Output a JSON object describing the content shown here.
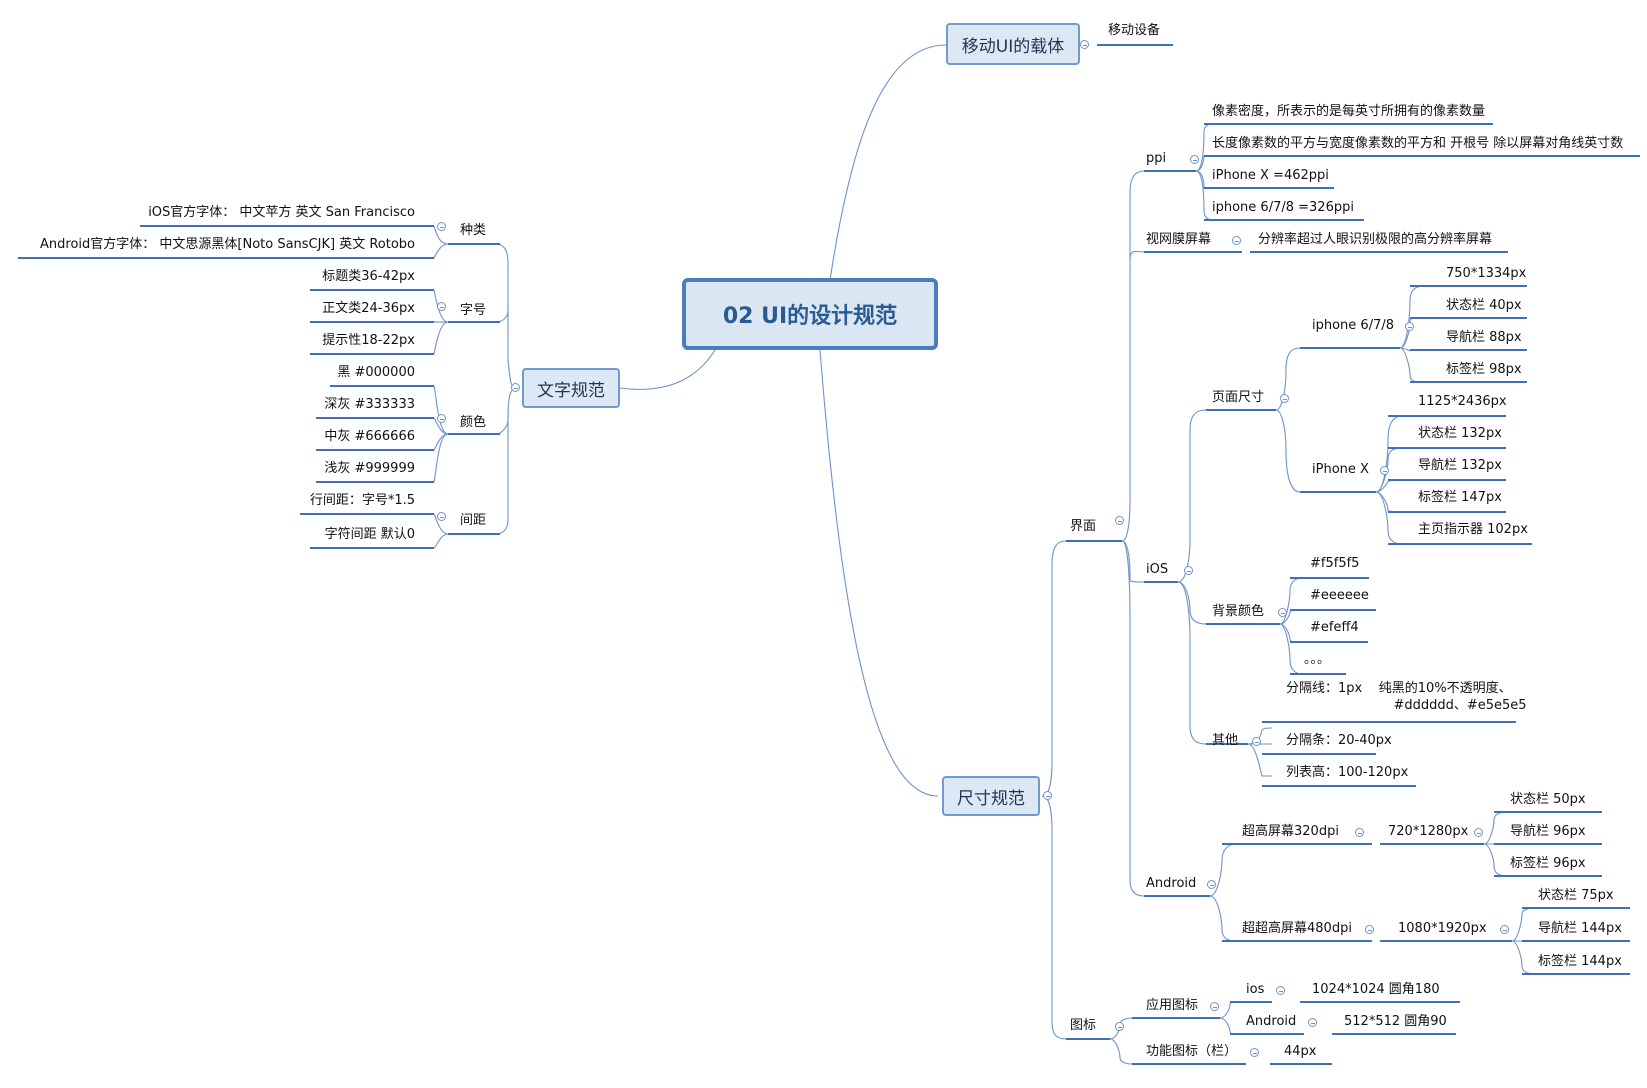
{
  "title": "02 UI的设计规范",
  "branches": {
    "carrier": {
      "label": "移动UI的载体",
      "children": [
        "移动设备"
      ]
    },
    "text": {
      "label": "文字规范",
      "kind": {
        "label": "种类",
        "items": [
          "iOS官方字体：   中文苹方  英文 San Francisco",
          "Android官方字体：   中文思源黑体[Noto SansCJK]    英文 Rotobo"
        ]
      },
      "size": {
        "label": "字号",
        "items": [
          "标题类36-42px",
          "正文类24-36px",
          "提示性18-22px"
        ]
      },
      "color": {
        "label": "颜色",
        "items": [
          "黑 #000000",
          "深灰 #333333",
          "中灰 #666666",
          "浅灰 #999999"
        ]
      },
      "spacing": {
        "label": "间距",
        "items": [
          "行间距：字号*1.5",
          "字符间距 默认0"
        ]
      }
    },
    "size": {
      "label": "尺寸规范",
      "ui": {
        "label": "界面",
        "ppi": {
          "label": "ppi",
          "items": [
            "像素密度，所表示的是每英寸所拥有的像素数量",
            "长度像素数的平方与宽度像素数的平方和 开根号 除以屏幕对角线英寸数",
            "iPhone X =462ppi",
            "iphone 6/7/8 =326ppi"
          ]
        },
        "retina": {
          "label": "视网膜屏幕",
          "desc": "分辨率超过人眼识别极限的高分辨率屏幕"
        },
        "ios": {
          "label": "iOS",
          "page": {
            "label": "页面尺寸",
            "i678": {
              "label": "iphone 6/7/8",
              "items": [
                "750*1334px",
                "状态栏 40px",
                "导航栏 88px",
                "标签栏 98px"
              ]
            },
            "ix": {
              "label": "iPhone X",
              "items": [
                "1125*2436px",
                "状态栏 132px",
                "导航栏 132px",
                "标签栏 147px",
                "主页指示器 102px"
              ]
            }
          },
          "bg": {
            "label": "背景颜色",
            "items": [
              "#f5f5f5",
              "#eeeeee",
              "#efeff4",
              "。。。"
            ]
          },
          "other": {
            "label": "其他",
            "items": [
              "分隔线：1px    纯黑的10%不透明度、\n                          #dddddd、#e5e5e5",
              "分隔条：20-40px",
              "列表高：100-120px"
            ]
          }
        },
        "android": {
          "label": "Android",
          "xh": {
            "label": "超高屏幕320dpi",
            "res": "720*1280px",
            "items": [
              "状态栏 50px",
              "导航栏 96px",
              "标签栏 96px"
            ]
          },
          "xxh": {
            "label": "超超高屏幕480dpi",
            "res": "1080*1920px",
            "items": [
              "状态栏 75px",
              "导航栏 144px",
              "标签栏 144px"
            ]
          }
        }
      },
      "icon": {
        "label": "图标",
        "app": {
          "label": "应用图标",
          "ios_label": "ios",
          "ios_value": "1024*1024 圆角180",
          "android_label": "Android",
          "android_value": "512*512 圆角90"
        },
        "func": {
          "label": "功能图标（栏）",
          "value": "44px"
        }
      }
    }
  }
}
